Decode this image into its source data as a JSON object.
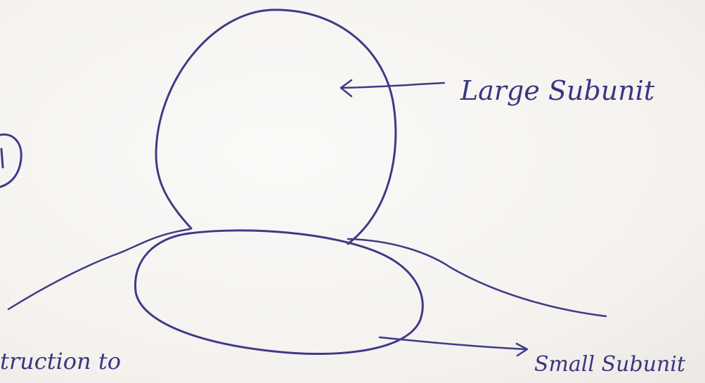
{
  "diagram": {
    "labels": {
      "large_subunit": "Large Subunit",
      "small_subunit": "Small Subunit",
      "margin_text": "truction to"
    },
    "ink_color": "#3f3a86",
    "paper_color": "#f6f3f1"
  }
}
